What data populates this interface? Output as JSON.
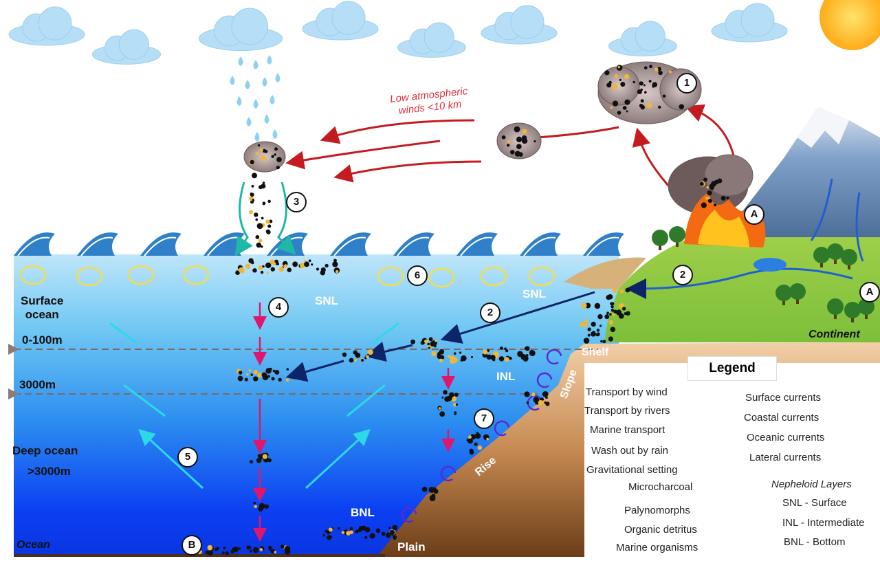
{
  "colors": {
    "wind": "#c41a20",
    "river": "#1f5fd0",
    "marine": "#0d2468",
    "rain": "#1fb7a5",
    "gravitational": "#e0166e",
    "surface_current": "#f3dc4d",
    "coastal_current": "#d9602a",
    "oceanic_current": "#2fd8e6",
    "lateral_current": "#5a2ad0"
  },
  "labels": {
    "wind_note": "Low atmospheric\nwinds <10 km",
    "surface_ocean": "Surface\nocean",
    "depth_0_100": "0-100m",
    "depth_3000": "3000m",
    "deep_ocean": "Deep ocean",
    "depth_gt_3000": ">3000m",
    "ocean": "Ocean",
    "continent": "Continent",
    "shelf": "Shelf",
    "slope": "Slope",
    "rise": "Rise",
    "plain": "Plain",
    "snl_left": "SNL",
    "snl_right": "SNL",
    "inl": "INL",
    "bnl": "BNL"
  },
  "markers": {
    "m1": "1",
    "m2a": "2",
    "m2b": "2",
    "m3": "3",
    "m4": "4",
    "m5": "5",
    "m6": "6",
    "m7": "7",
    "ma1": "A",
    "ma2": "A",
    "mb": "B"
  },
  "legend": {
    "title": "Legend",
    "wind": "Transport by wind",
    "rivers": "Transport by rivers",
    "marine": "Marine transport",
    "rain": "Wash out by rain",
    "gravitational": "Gravitational setting",
    "microcharcoal": "Microcharcoal",
    "palynomorphs": "Palynomorphs",
    "organic_detritus": "Organic detritus",
    "marine_organisms": "Marine organisms",
    "surface_currents": "Surface currents",
    "coastal_currents": "Coastal currents",
    "oceanic_currents": "Oceanic currents",
    "lateral_currents": "Lateral currents",
    "nepheloid_title": "Nepheloid Layers",
    "snl": "SNL - Surface",
    "inl": "INL - Intermediate",
    "bnl": "BNL - Bottom"
  },
  "icons": [
    "cloud-icon",
    "sun-icon",
    "raindrop-icon",
    "wave-icon",
    "mountain-icon",
    "fire-icon",
    "tree-icon",
    "smoke-icon",
    "microcharcoal-icon",
    "palynomorph-icon",
    "organic-detritus-icon",
    "marine-organism-icon",
    "surface-current-icon",
    "lateral-current-icon"
  ]
}
